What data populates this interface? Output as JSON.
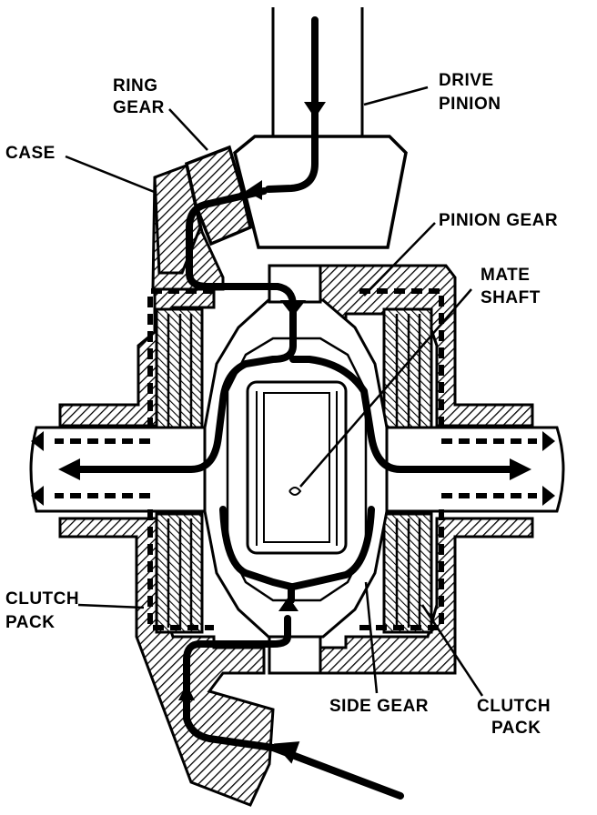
{
  "labels": {
    "ring_gear_1": "RING",
    "ring_gear_2": "GEAR",
    "drive_pinion_1": "DRIVE",
    "drive_pinion_2": "PINION",
    "case": "CASE",
    "pinion_gear": "PINION GEAR",
    "mate_shaft_1": "MATE",
    "mate_shaft_2": "SHAFT",
    "clutch_pack_left_1": "CLUTCH",
    "clutch_pack_left_2": "PACK",
    "side_gear": "SIDE GEAR",
    "clutch_pack_right_1": "CLUTCH",
    "clutch_pack_right_2": "PACK"
  },
  "colors": {
    "ink": "#000000",
    "paper": "#ffffff"
  }
}
